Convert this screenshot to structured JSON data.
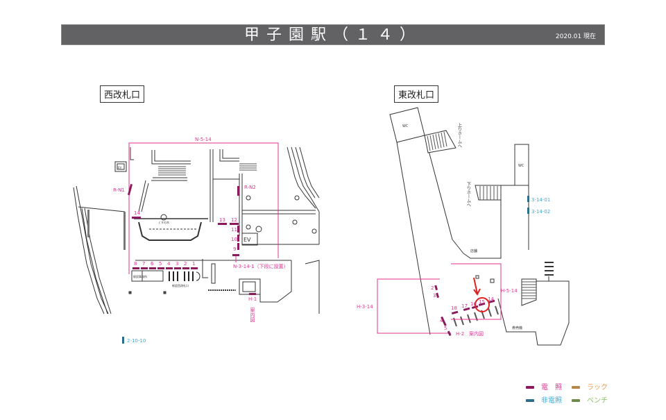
{
  "header": {
    "title": "甲子園駅（１４）",
    "date": "2020.01 現在"
  },
  "areas": {
    "west": {
      "label": "西改札口"
    },
    "east": {
      "label": "東改札口"
    }
  },
  "west_map": {
    "zone_label": "N-5-14",
    "ev_small": "EV",
    "ev_large": "EV",
    "spot_labels": [
      "R-N1",
      "R-N2"
    ],
    "numbered_spots": [
      "14",
      "13",
      "12",
      "11",
      "10",
      "9",
      "8",
      "7",
      "6",
      "5",
      "4",
      "3",
      "2",
      "1"
    ],
    "note_label": "N-3-14-1（下段に設置）",
    "h_label": "H-1",
    "guide_label": "案内図",
    "fountain_label": "くすの木",
    "office_label": "駅設事務所",
    "gate_label": "新設西改札口",
    "non_lit_label": "2-10-10"
  },
  "east_map": {
    "wc_labels": [
      "WC",
      "WC"
    ],
    "up_platform": "上りホームへ",
    "down_platform": "下りホームへ",
    "non_lit_labels": [
      "3-14-01",
      "3-14-02"
    ],
    "shop_label": "店舗",
    "ticket_machine": "券売機",
    "zone_labels": [
      "H-5-14",
      "H-3-14"
    ],
    "numbered_spots": [
      "2",
      "3",
      "4",
      "5",
      "18",
      "17",
      "16",
      "15",
      "14"
    ],
    "highlighted_spot": "15",
    "h_label": "H-2",
    "guide_label": "案内図"
  },
  "legend": {
    "items": [
      {
        "label": "電　照",
        "color": "#8a1a5c",
        "text_color": "#e0338f"
      },
      {
        "label": "ラック",
        "color": "#b5874a",
        "text_color": "#f0a050"
      },
      {
        "label": "非電照",
        "color": "#2a6e8c",
        "text_color": "#39a8d8"
      },
      {
        "label": "ベンチ",
        "color": "#6e8a4a",
        "text_color": "#8ac060"
      }
    ]
  },
  "colors": {
    "header_bg": "#626164",
    "magenta": "#e0338f",
    "lit_bar": "#8a1a5c",
    "non_lit": "#2a6e8c",
    "highlight": "#e02020"
  }
}
